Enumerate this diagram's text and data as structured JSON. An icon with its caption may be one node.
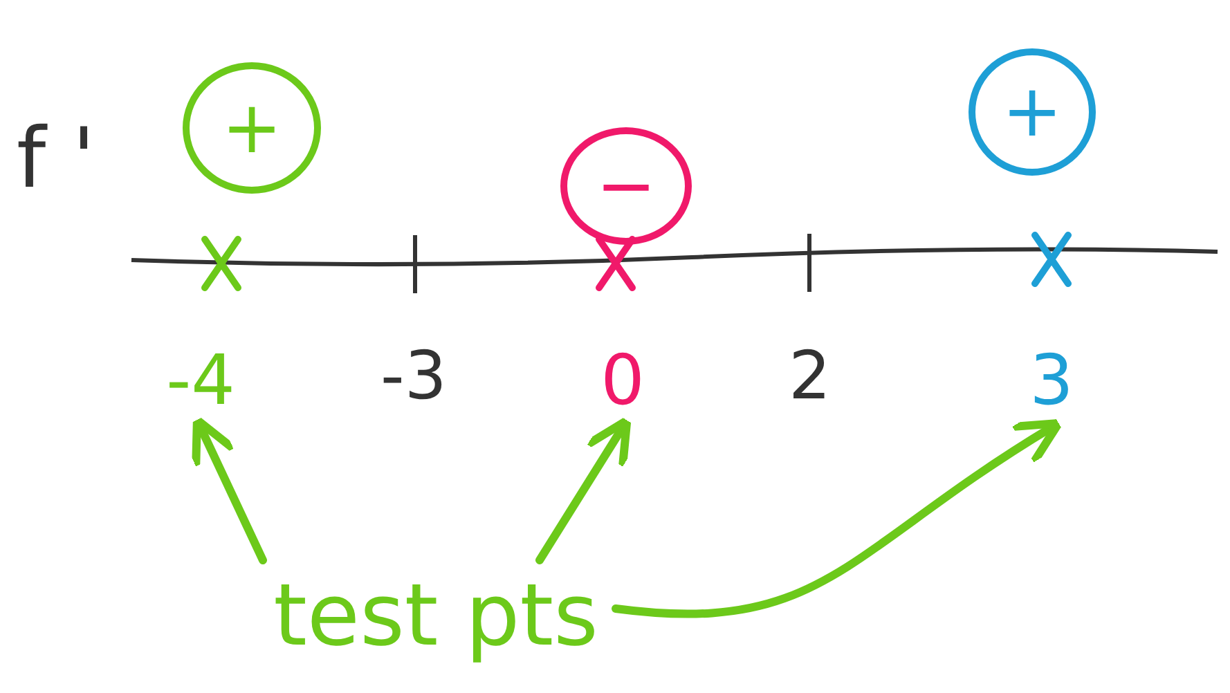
{
  "diagram": {
    "nodes": [
      {
        "text": [
          "+"
        ]
      },
      {
        "text": [
          "−"
        ]
      },
      {
        "text": [
          "+"
        ]
      },
      {
        "text": [
          "-4"
        ]
      },
      {
        "text": [
          "0"
        ]
      },
      {
        "text": [
          "3"
        ]
      },
      {
        "text": [
          "test pts"
        ]
      }
    ],
    "edges": [
      {
        "from": 6,
        "to": 3,
        "arrow": "to"
      },
      {
        "from": 6,
        "to": 4,
        "arrow": "to"
      },
      {
        "from": 6,
        "to": 5,
        "arrow": "to"
      }
    ],
    "labels": [
      "f '",
      "-3",
      "2"
    ]
  }
}
